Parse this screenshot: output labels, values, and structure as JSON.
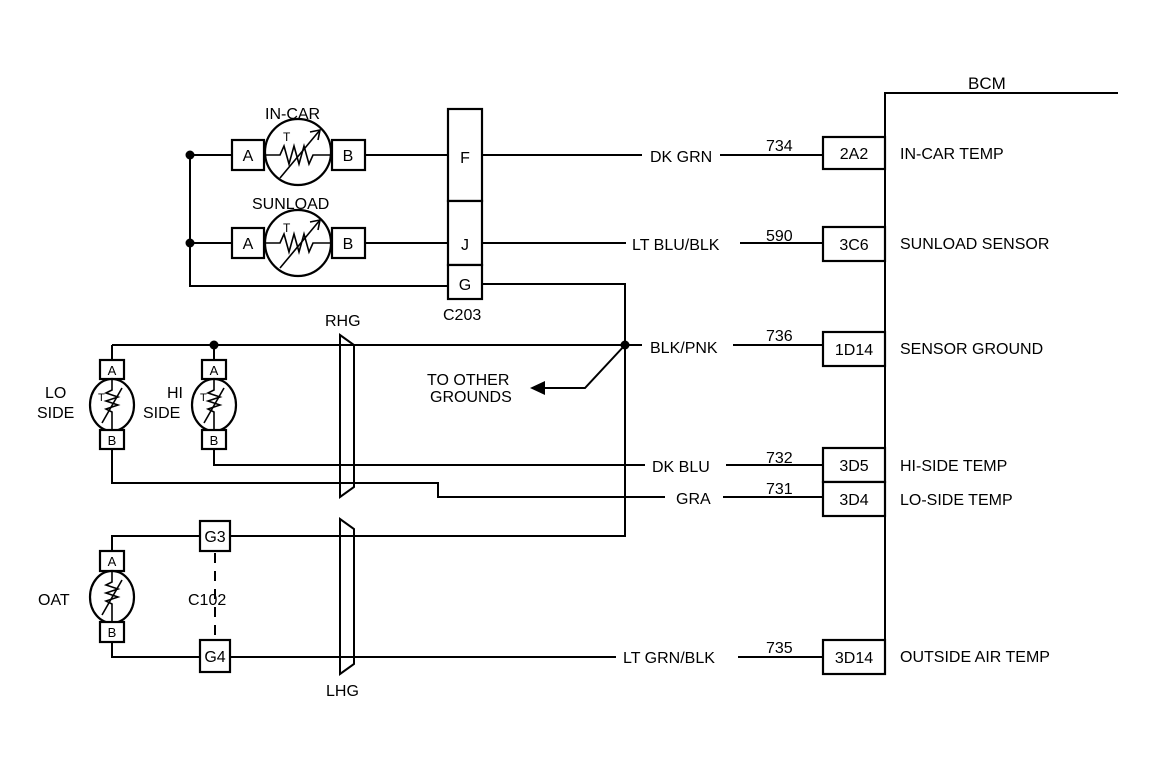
{
  "bcm": {
    "title": "BCM",
    "pins": [
      {
        "pin": "2A2",
        "label": "IN-CAR TEMP",
        "circuit": "734",
        "wire": "DK GRN"
      },
      {
        "pin": "3C6",
        "label": "SUNLOAD SENSOR",
        "circuit": "590",
        "wire": "LT BLU/BLK"
      },
      {
        "pin": "1D14",
        "label": "SENSOR GROUND",
        "circuit": "736",
        "wire": "BLK/PNK"
      },
      {
        "pin": "3D5",
        "label": "HI-SIDE TEMP",
        "circuit": "732",
        "wire": "DK BLU"
      },
      {
        "pin": "3D4",
        "label": "LO-SIDE TEMP",
        "circuit": "731",
        "wire": "GRA"
      },
      {
        "pin": "3D14",
        "label": "OUTSIDE AIR TEMP",
        "circuit": "735",
        "wire": "LT GRN/BLK"
      }
    ]
  },
  "sensors": {
    "in_car": {
      "name": "IN-CAR",
      "t": "T",
      "a": "A",
      "b": "B"
    },
    "sunload": {
      "name": "SUNLOAD",
      "t": "T",
      "a": "A",
      "b": "B"
    },
    "lo_side": {
      "name_line1": "LO",
      "name_line2": "SIDE",
      "t": "T",
      "a": "A",
      "b": "B"
    },
    "hi_side": {
      "name_line1": "HI",
      "name_line2": "SIDE",
      "t": "T",
      "a": "A",
      "b": "B"
    },
    "oat": {
      "name": "OAT",
      "a": "A",
      "b": "B"
    }
  },
  "connectors": {
    "c203": {
      "name": "C203",
      "pins": [
        "F",
        "J",
        "G"
      ]
    },
    "c102": {
      "name": "C102",
      "pins": [
        "G3",
        "G4"
      ]
    }
  },
  "harness": {
    "rhg": "RHG",
    "lhg": "LHG"
  },
  "note": {
    "line1": "TO OTHER",
    "line2": "GROUNDS"
  }
}
